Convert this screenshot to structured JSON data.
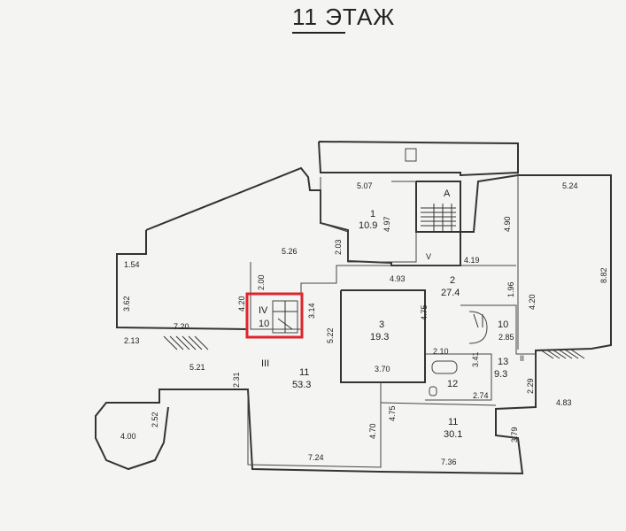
{
  "title": {
    "floor_number": "11",
    "floor_word": "ЭТАЖ"
  },
  "highlight_color": "#e0242c",
  "rooms": [
    {
      "num": "1",
      "area": "10.9"
    },
    {
      "num": "2",
      "area": "27.4"
    },
    {
      "num": "3",
      "area": "19.3"
    },
    {
      "num": "11",
      "area": "53.3"
    },
    {
      "num": "11",
      "area": "30.1"
    },
    {
      "num": "13",
      "area": "9.3"
    },
    {
      "num": "12",
      "area": ""
    },
    {
      "num": "10",
      "area": "2.85"
    },
    {
      "num": "IV",
      "area": "10"
    }
  ],
  "markers": {
    "A": "A",
    "V": "V",
    "III": "III",
    "II": "II"
  },
  "dimensions": {
    "d507": "5.07",
    "d524": "5.24",
    "d497": "4.97",
    "d490": "4.90",
    "d203": "2.03",
    "d526": "5.26",
    "d419": "4.19",
    "d882": "8.82",
    "d154": "1.54",
    "d362": "3.62",
    "d420a": "4.20",
    "d200": "2.00",
    "d493": "4.93",
    "d196": "1.96",
    "d420b": "4.20",
    "d314": "3.14",
    "d522": "5.22",
    "d475a": "4.75",
    "d720": "7.20",
    "d213": "2.13",
    "d521": "5.21",
    "d231": "2.31",
    "d210": "2.10",
    "d341": "3.41",
    "d370": "3.70",
    "d274": "2.74",
    "d229": "2.29",
    "d483": "4.83",
    "d252": "2.52",
    "d400": "4.00",
    "d470": "4.70",
    "d475b": "4.75",
    "d379": "3.79",
    "d724": "7.24",
    "d736": "7.36"
  }
}
